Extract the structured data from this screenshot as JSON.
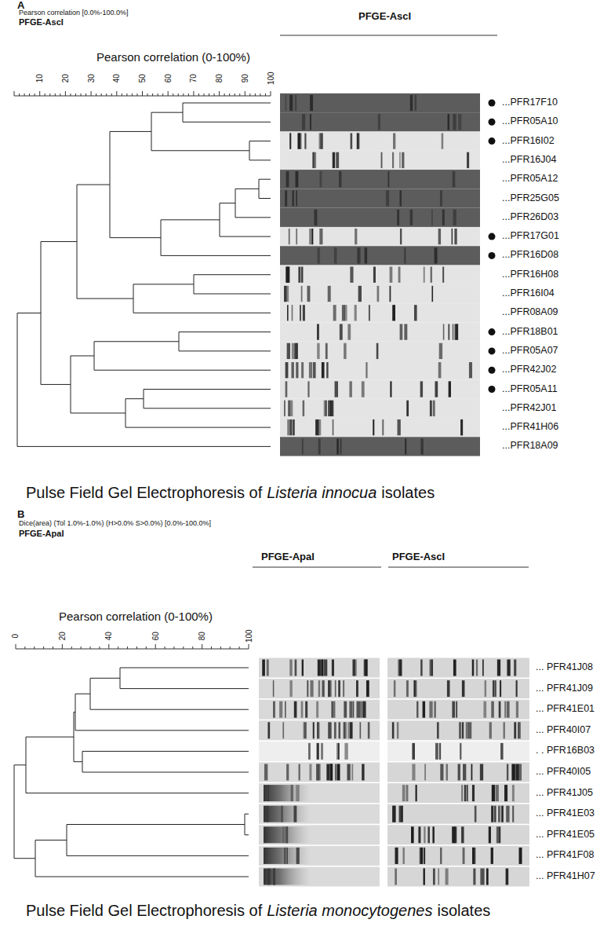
{
  "diagram": {
    "labels": [
      "A",
      "Pearson correlation [0.0%-100.0%]",
      "PFGE-AscI",
      "PFGE-AscI",
      "Pearson correlation (0-100%)",
      "10",
      "20",
      "30",
      "40",
      "50",
      "60",
      "70",
      "80",
      "90",
      "100",
      "...PFR17F10",
      "...PFR05A10",
      "...PFR16I02",
      "...PFR16J04",
      "...PFR05A12",
      "...PFR25G05",
      "...PFR26D03",
      "...PFR17G01",
      "...PFR16D08",
      "...PFR16H08",
      "...PFR16I04",
      "...PFR08A09",
      "...PFR18B01",
      "...PFR05A07",
      "...PFR42J02",
      "...PFR05A11",
      "...PFR42J01",
      "...PFR41H06",
      "...PFR18A09",
      "Pulse Field Gel Electrophoresis of",
      "Listeria innocua",
      "isolates",
      "B",
      "Dice(area) (Tol 1.0%-1.0%) (H>0.0% S>0.0%) [0.0%-100.0%]",
      "PFGE-ApaI",
      "PFGE-ApaI",
      "PFGE-AscI",
      "Pearson correlation (0-100%)",
      "0",
      "20",
      "40",
      "60",
      "80",
      "100",
      "... PFR41J08",
      "... PFR41J09",
      "... PFR41E01",
      "... PFR40I07",
      ". . PFR16B03",
      "... PFR40I05",
      "... PFR41J05",
      "... PFR41E03",
      "... PFR41E05",
      "... PFR41F08",
      "... PFR41H07",
      "Pulse Field Gel Electrophoresis of",
      "Listeria monocytogenes",
      "isolates"
    ]
  }
}
